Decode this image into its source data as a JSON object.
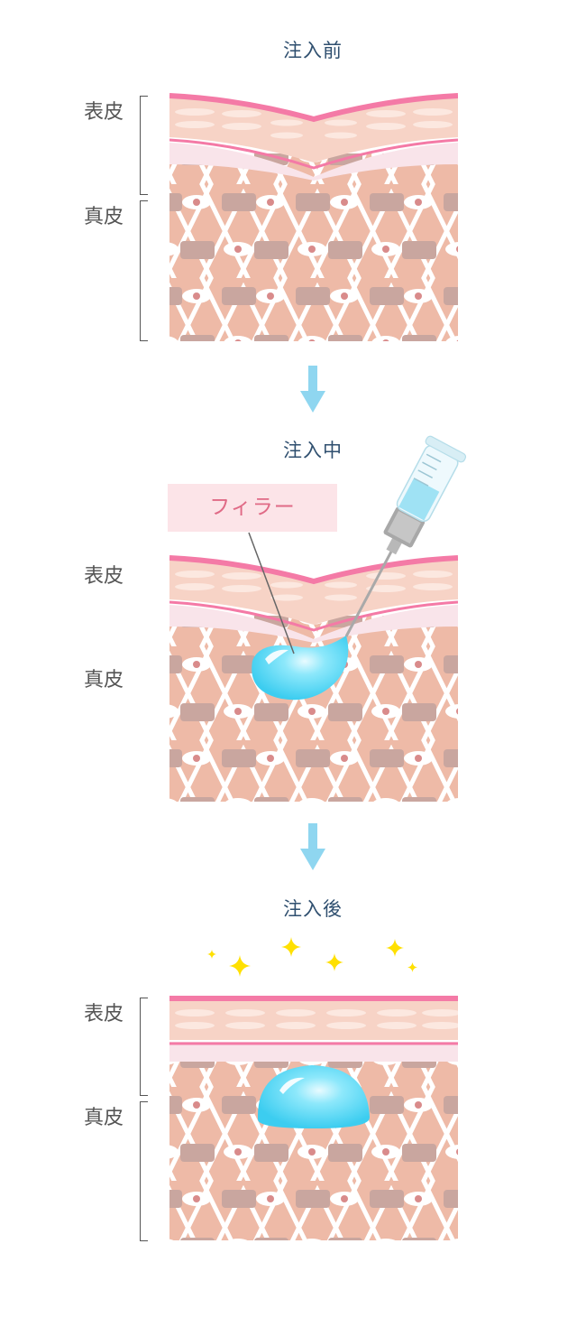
{
  "stages": [
    {
      "title": "注入前"
    },
    {
      "title": "注入中"
    },
    {
      "title": "注入後"
    }
  ],
  "labels": {
    "epidermis": "表皮",
    "dermis": "真皮"
  },
  "callout": {
    "label": "フィラー"
  },
  "colors": {
    "title": "#2f4f6f",
    "label": "#555555",
    "skin_surface": "#f47aa6",
    "epidermis": "#f7d3c6",
    "dermis": "#eebaa7",
    "collagen": "#ffffff",
    "cell": "#c9a69f",
    "filler": "#5fd8f5",
    "callout_bg": "#fce4e8",
    "callout_text": "#e06a86",
    "arrow": "#8fd6f0",
    "sparkle": "#ffe000"
  },
  "icons": [
    "down-arrow-icon",
    "syringe-icon",
    "sparkle-icon"
  ]
}
